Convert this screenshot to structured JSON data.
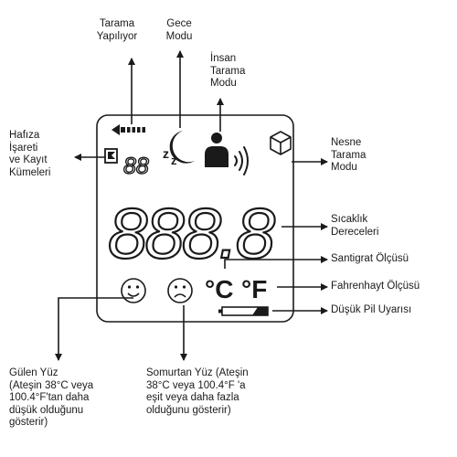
{
  "labels": {
    "scanning": "Tarama\nYapılıyor",
    "night_mode": "Gece\nModu",
    "body_scan": "İnsan\nTarama\nModu",
    "memory": "Hafıza\nİşareti\nve Kayıt\nKümeleri",
    "object_scan": "Nesne\nTarama\nModu",
    "temperature": "Sıcaklık\nDereceleri",
    "celsius": "Santigrat Ölçüsü",
    "fahrenheit": "Fahrenhayt Ölçüsü",
    "low_battery": "Düşük Pil Uyarısı",
    "smiley": "Gülen Yüz\n(Ateşin 38°C veya\n100.4°F'tan daha\ndüşük olduğunu\ngösterir)",
    "frown": "Somurtan Yüz (Ateşin\n38°C veya 100.4°F 'a\neşit veya daha fazla\nolduğunu gösterir)"
  },
  "display": {
    "memory_digits": "88",
    "main_digits": "888.8",
    "unit_c": "°C",
    "unit_f": "°F"
  }
}
